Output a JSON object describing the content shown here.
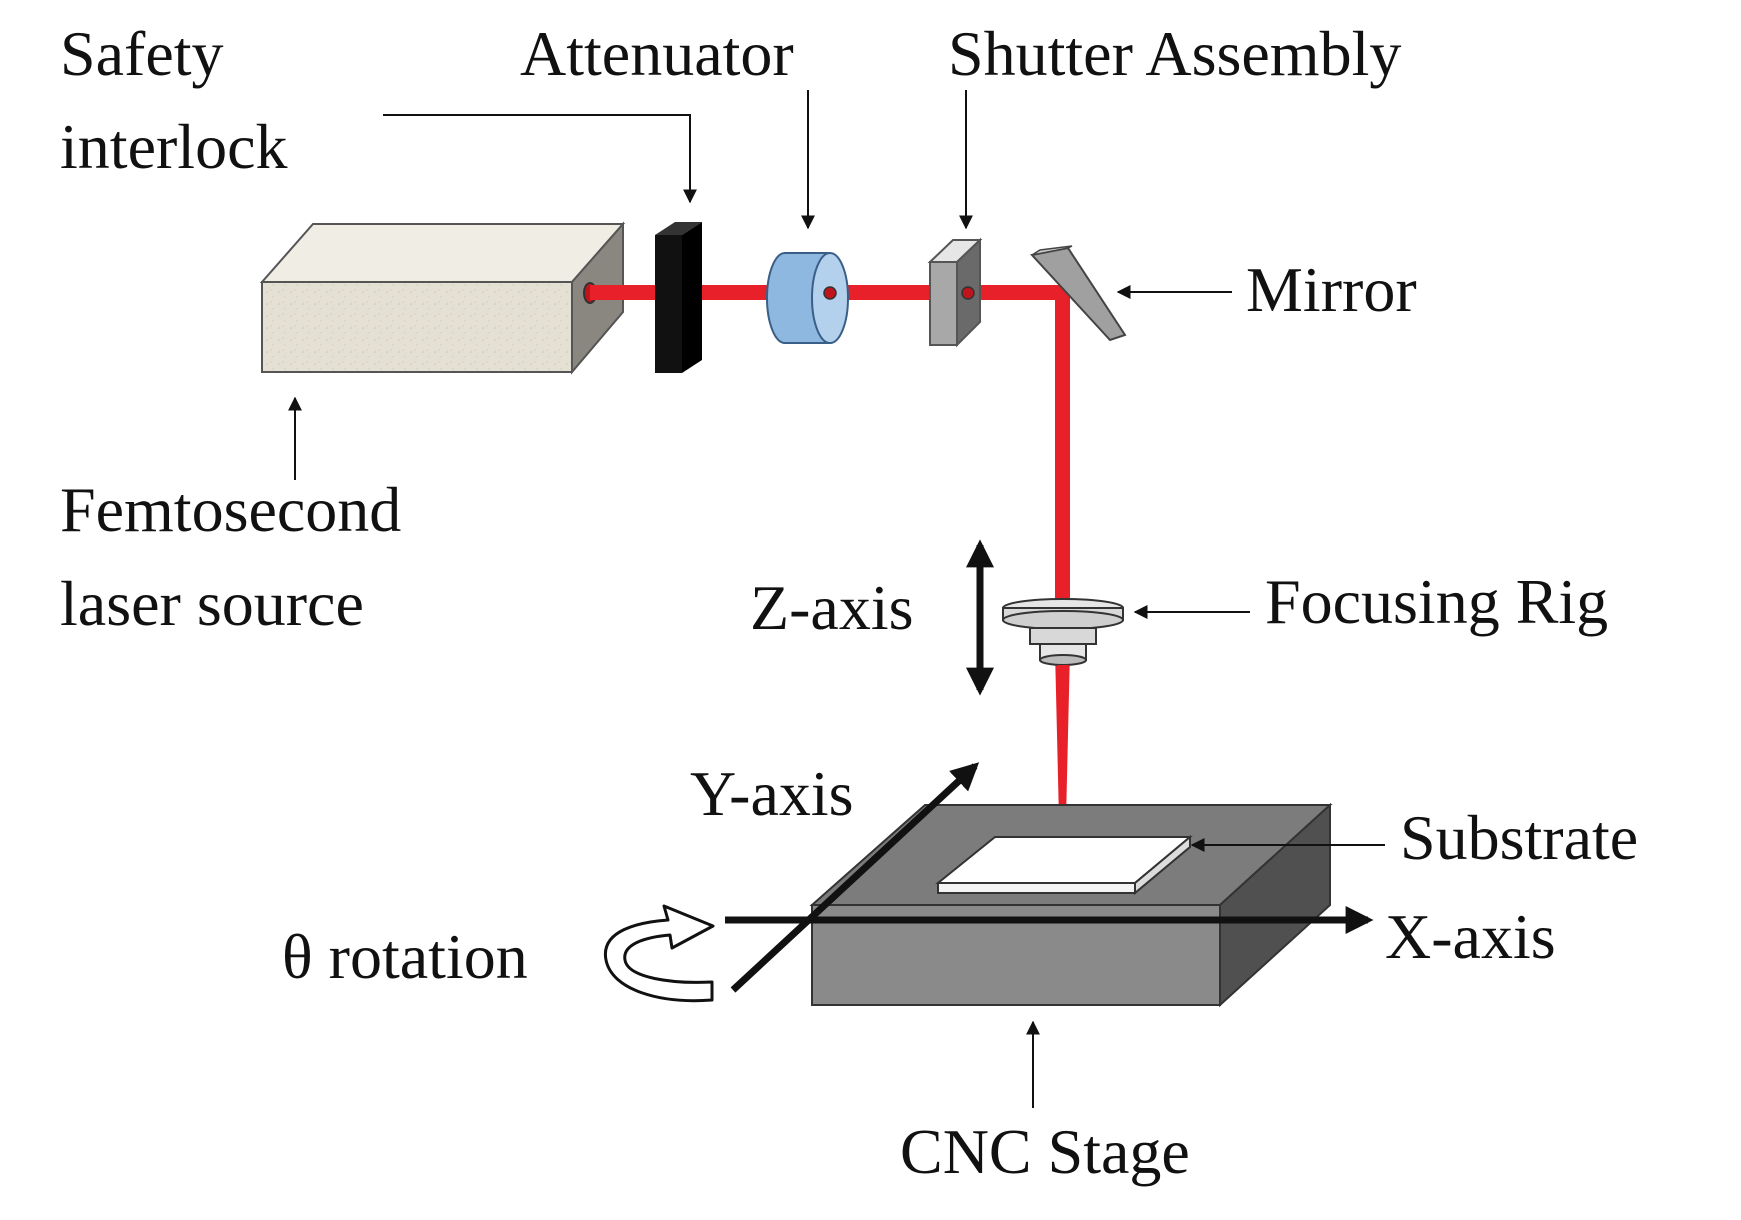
{
  "labels": {
    "safety_interlock_line1": "Safety",
    "safety_interlock_line2": "interlock",
    "attenuator": "Attenuator",
    "shutter_assembly": "Shutter Assembly",
    "mirror": "Mirror",
    "femtosecond_line1": "Femtosecond",
    "femtosecond_line2": "laser source",
    "z_axis": "Z-axis",
    "focusing_rig": "Focusing Rig",
    "y_axis": "Y-axis",
    "substrate": "Substrate",
    "theta_rotation": "θ rotation",
    "x_axis": "X-axis",
    "cnc_stage": "CNC Stage"
  },
  "colors": {
    "laser_beam": "#e8202a",
    "laser_box": "#e3dfd3",
    "attenuator": "#8fb8e0",
    "stage": "#7a7a7a",
    "ink": "#111111"
  }
}
